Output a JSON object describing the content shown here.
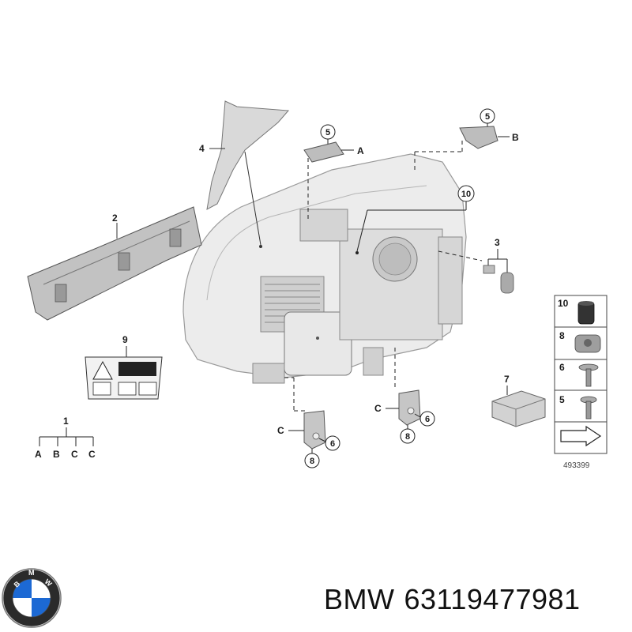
{
  "callouts": {
    "p1": "1",
    "p2": "2",
    "p3": "3",
    "p4": "4",
    "p5a": "5",
    "p5b": "5",
    "p6a": "6",
    "p6b": "6",
    "p7": "7",
    "p8a": "8",
    "p8b": "8",
    "p9": "9",
    "p10": "10"
  },
  "refs": {
    "a_top": "A",
    "b_top": "B",
    "c_left": "C",
    "c_right": "C",
    "tree": [
      "A",
      "B",
      "C",
      "C"
    ]
  },
  "legend": {
    "rows": [
      "10",
      "8",
      "6",
      "5"
    ]
  },
  "diagram_number": "493399",
  "caption": {
    "brand": "BMW",
    "part_number": "63119477981"
  },
  "logo": {
    "text": "BMW",
    "colors": {
      "blue": "#1c69d4",
      "white": "#ffffff",
      "black": "#111111"
    }
  }
}
